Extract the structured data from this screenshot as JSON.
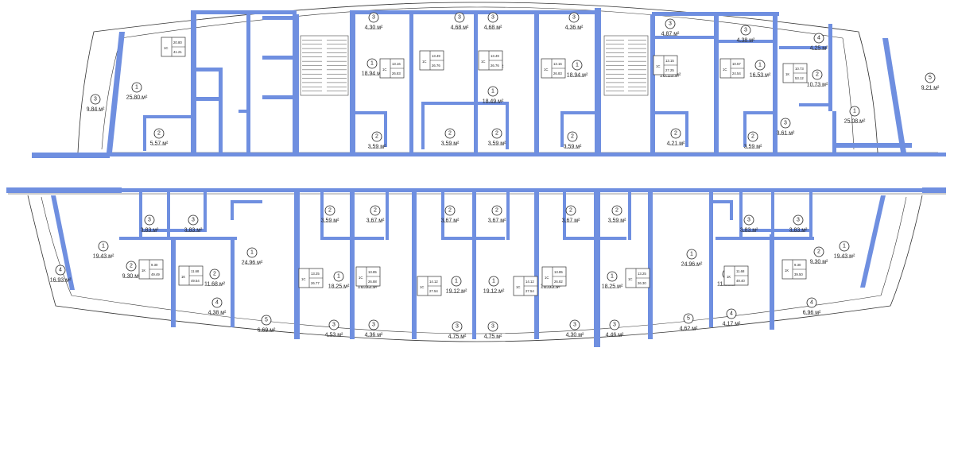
{
  "colors": {
    "walls": "#6f8fe0",
    "lines": "#333333",
    "background": "#ffffff"
  },
  "watermark": "",
  "rooms": [
    {
      "label": "1",
      "area": "25.80 м²"
    },
    {
      "label": "2",
      "area": "5.57 м²"
    },
    {
      "label": "3",
      "area": "9.84 м²"
    },
    {
      "label": "3",
      "area": "4.30 м²"
    },
    {
      "label": "1",
      "area": "18.94 м²"
    },
    {
      "label": "3",
      "area": "4.68 м²"
    },
    {
      "label": "1",
      "area": "18.49 м²"
    },
    {
      "label": "3",
      "area": "4.68 м²"
    },
    {
      "label": "1",
      "area": "18.49 м²"
    },
    {
      "label": "3",
      "area": "4.36 м²"
    },
    {
      "label": "1",
      "area": "18.94 м²"
    },
    {
      "label": "3",
      "area": "4.87 м²"
    },
    {
      "label": "1",
      "area": "18.15 м²"
    },
    {
      "label": "3",
      "area": "4.38 м²"
    },
    {
      "label": "1",
      "area": "16.53 м²"
    },
    {
      "label": "4",
      "area": "4.25 м²"
    },
    {
      "label": "2",
      "area": "10.73 м²"
    },
    {
      "label": "5",
      "area": "9.21 м²"
    },
    {
      "label": "1",
      "area": "25.08 м²"
    },
    {
      "label": "2",
      "area": "3.59 м²"
    },
    {
      "label": "2",
      "area": "3.59 м²"
    },
    {
      "label": "2",
      "area": "3.59 м²"
    },
    {
      "label": "2",
      "area": "3.59 м²"
    },
    {
      "label": "2",
      "area": "4.21 м²"
    },
    {
      "label": "2",
      "area": "3.59 м²"
    },
    {
      "label": "3",
      "area": "3.61 м²"
    },
    {
      "label": "1",
      "area": "19.43 м²"
    },
    {
      "label": "4",
      "area": "16.93 м²"
    },
    {
      "label": "2",
      "area": "9.30 м²"
    },
    {
      "label": "2",
      "area": "11.68 м²"
    },
    {
      "label": "3",
      "area": "3.83 м²"
    },
    {
      "label": "3",
      "area": "3.83 м²"
    },
    {
      "label": "1",
      "area": "24.96 м²"
    },
    {
      "label": "4",
      "area": "4.38 м²"
    },
    {
      "label": "5",
      "area": "6.69 м²"
    },
    {
      "label": "1",
      "area": "18.25 м²"
    },
    {
      "label": "3",
      "area": "4.53 м²"
    },
    {
      "label": "1",
      "area": "18.85 м²"
    },
    {
      "label": "3",
      "area": "4.36 м²"
    },
    {
      "label": "1",
      "area": "19.12 м²"
    },
    {
      "label": "3",
      "area": "4.75 м²"
    },
    {
      "label": "1",
      "area": "19.12 м²"
    },
    {
      "label": "3",
      "area": "4.75 м²"
    },
    {
      "label": "1",
      "area": "18.85 м²"
    },
    {
      "label": "3",
      "area": "4.30 м²"
    },
    {
      "label": "1",
      "area": "18.25 м²"
    },
    {
      "label": "3",
      "area": "4.46 м²"
    },
    {
      "label": "1",
      "area": "24.96 м²"
    },
    {
      "label": "5",
      "area": "4.62 м²"
    },
    {
      "label": "4",
      "area": "4.17 м²"
    },
    {
      "label": "2",
      "area": "11.68 м²"
    },
    {
      "label": "2",
      "area": "9.30 м²"
    },
    {
      "label": "3",
      "area": "3.83 м²"
    },
    {
      "label": "3",
      "area": "3.83 м²"
    },
    {
      "label": "1",
      "area": "19.43 м²"
    },
    {
      "label": "4",
      "area": "6.96 м²"
    },
    {
      "label": "2",
      "area": "3.59 м²"
    },
    {
      "label": "2",
      "area": "3.67 м²"
    },
    {
      "label": "2",
      "area": "3.67 м²"
    },
    {
      "label": "2",
      "area": "3.67 м²"
    },
    {
      "label": "2",
      "area": "3.67 м²"
    },
    {
      "label": "2",
      "area": "3.59 м²"
    }
  ],
  "units": [
    {
      "rooms": "1С",
      "total": "41.21",
      "living": "20.80"
    },
    {
      "rooms": "1С",
      "total": "26.83",
      "living": "13.16"
    },
    {
      "rooms": "1С",
      "total": "26.76",
      "living": "13.49"
    },
    {
      "rooms": "1С",
      "total": "26.76",
      "living": "13.49"
    },
    {
      "rooms": "1С",
      "total": "26.83",
      "living": "13.16"
    },
    {
      "rooms": "1С",
      "total": "27.25",
      "living": "13.15"
    },
    {
      "rooms": "1С",
      "total": "24.54",
      "living": "10.57"
    },
    {
      "rooms": "1К",
      "total": "53.12",
      "living": "10.73"
    },
    {
      "rooms": "1К",
      "total": "49.49",
      "living": "9.30"
    },
    {
      "rooms": "1К",
      "total": "49.54",
      "living": "11.68"
    },
    {
      "rooms": "1С",
      "total": "26.77",
      "living": "13.25"
    },
    {
      "rooms": "1С",
      "total": "26.88",
      "living": "13.85"
    },
    {
      "rooms": "1С",
      "total": "27.54",
      "living": "14.12"
    },
    {
      "rooms": "1С",
      "total": "27.54",
      "living": "14.12"
    },
    {
      "rooms": "1С",
      "total": "26.82",
      "living": "13.85"
    },
    {
      "rooms": "1С",
      "total": "26.30",
      "living": "13.25"
    },
    {
      "rooms": "1К",
      "total": "49.40",
      "living": "11.68"
    },
    {
      "rooms": "1К",
      "total": "39.50",
      "living": "9.30"
    }
  ]
}
